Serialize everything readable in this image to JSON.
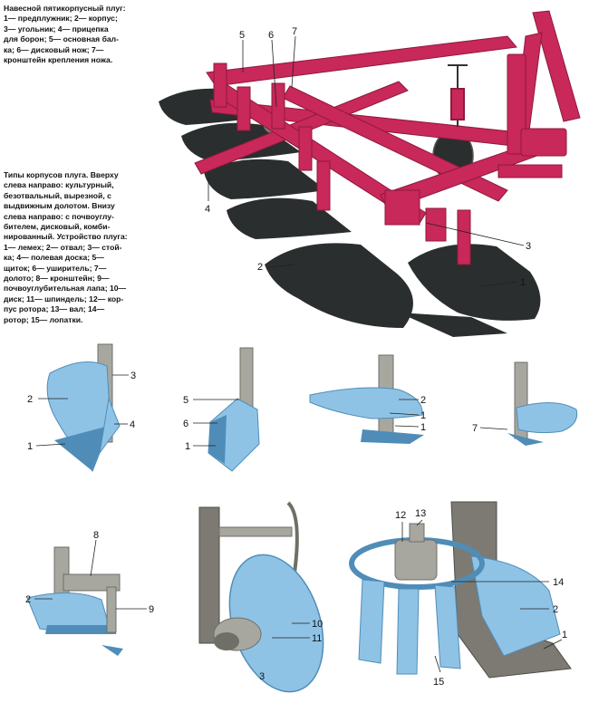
{
  "captions": {
    "plough_title": "Навесной пятикорпусный плуг:\n1— предплужник; 2— корпус;\n3— угольник; 4— прицепка\nдля борон; 5— основная бал-\nка; 6— дисковый нож; 7—\nкронштейн крепления ножа.",
    "types_text": "Типы корпусов плуга. Вверху\nслева направо: культурный,\nбезотвальный, вырезной, с\nвыдвижным долотом. Внизу\nслева направо: с почвоуглу-\nбителем, дисковый, комби-\nнированный. Устройство плуга:\n1— лемех; 2— отвал; 3— стой-\nка; 4— полевая доска; 5—\nщиток; 6— уширитель; 7—\nдолото; 8— кронштейн; 9—\nпочвоуглубительная лапа; 10—\nдиск; 11— шпиндель; 12— кор-\nпус ротора; 13— вал; 14—\nротор; 15— лопатки."
  },
  "colors": {
    "frame": "#c8285a",
    "frame_dark": "#8e1a3e",
    "blade": "#2a2e2e",
    "body_blue": "#8fc3e6",
    "body_blue_dark": "#4f8db8",
    "steel": "#a7a7a0",
    "steel_dark": "#6f6f68"
  },
  "plough_labels": {
    "l1": "1",
    "l2": "2",
    "l3": "3",
    "l4": "4",
    "l5": "5",
    "l6": "6",
    "l7": "7"
  },
  "body_labels": {
    "a": {
      "n2": "2",
      "n3": "3",
      "n4": "4",
      "n1": "1"
    },
    "b": {
      "n5": "5",
      "n6": "6",
      "n1": "1"
    },
    "c": {
      "n2": "2",
      "n1a": "1",
      "n1b": "1"
    },
    "d": {
      "n7": "7"
    },
    "e": {
      "n8": "8",
      "n2": "2",
      "n9": "9"
    },
    "f": {
      "n10": "10",
      "n11": "11",
      "angle": "3"
    },
    "g": {
      "n12": "12",
      "n13": "13",
      "n14": "14",
      "n2": "2",
      "n1": "1",
      "n15": "15"
    }
  }
}
